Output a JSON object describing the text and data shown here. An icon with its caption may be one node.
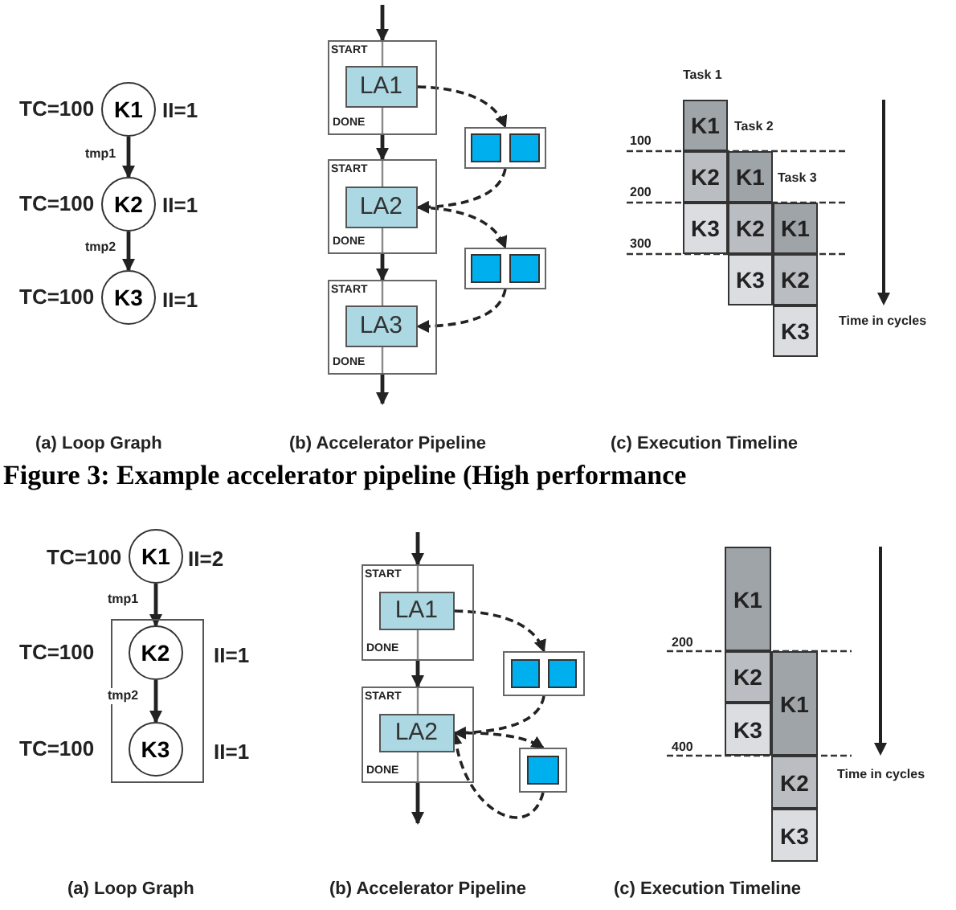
{
  "diagram": {
    "caption": "Figure 3: Example accelerator pipeline (High performance",
    "nodes": [
      {
        "text": [
          "K1"
        ],
        "beside": [
          "TC=100",
          "II=1"
        ]
      },
      {
        "text": [
          "K2"
        ],
        "beside": [
          "TC=100",
          "II=1"
        ]
      },
      {
        "text": [
          "K3"
        ],
        "beside": [
          "TC=100",
          "II=1"
        ]
      },
      {
        "text": [
          "START",
          "DONE"
        ]
      },
      {
        "text": [
          "LA1"
        ],
        "in": 3
      },
      {
        "text": [
          "START",
          "DONE"
        ]
      },
      {
        "text": [
          "LA2"
        ],
        "in": 5
      },
      {
        "text": [
          "START",
          "DONE"
        ]
      },
      {
        "text": [
          "LA3"
        ],
        "in": 7
      },
      {
        "text": [],
        "shape": "box"
      },
      {
        "text": [],
        "shape": "box",
        "in": 9
      },
      {
        "text": [],
        "shape": "box",
        "in": 9
      },
      {
        "text": [],
        "shape": "box"
      },
      {
        "text": [],
        "shape": "box",
        "in": 12
      },
      {
        "text": [],
        "shape": "box",
        "in": 12
      },
      {
        "text": [
          "K1"
        ]
      },
      {
        "text": [
          "K2"
        ]
      },
      {
        "text": [
          "K1"
        ]
      },
      {
        "text": [
          "K3"
        ]
      },
      {
        "text": [
          "K2"
        ]
      },
      {
        "text": [
          "K1"
        ]
      },
      {
        "text": [
          "K3"
        ]
      },
      {
        "text": [
          "K2"
        ]
      },
      {
        "text": [
          "K3"
        ]
      },
      {
        "text": [
          "K1"
        ],
        "beside": [
          "TC=100",
          "II=2"
        ]
      },
      {
        "text": [],
        "shape": "box"
      },
      {
        "text": [
          "K2"
        ],
        "in": 25,
        "beside": [
          "TC=100",
          "II=1"
        ]
      },
      {
        "text": [
          "K3"
        ],
        "in": 25,
        "beside": [
          "TC=100",
          "II=1"
        ]
      },
      {
        "text": [
          "START",
          "DONE"
        ]
      },
      {
        "text": [
          "LA1"
        ],
        "in": 28
      },
      {
        "text": [
          "START",
          "DONE"
        ]
      },
      {
        "text": [
          "LA2"
        ],
        "in": 30
      },
      {
        "text": [],
        "shape": "box"
      },
      {
        "text": [],
        "shape": "box",
        "in": 32
      },
      {
        "text": [],
        "shape": "box",
        "in": 32
      },
      {
        "text": [],
        "shape": "box"
      },
      {
        "text": [],
        "shape": "box",
        "in": 35
      },
      {
        "text": [
          "K1"
        ]
      },
      {
        "text": [
          "K2"
        ]
      },
      {
        "text": [
          "K1"
        ]
      },
      {
        "text": [
          "K3"
        ]
      },
      {
        "text": [
          "K2"
        ]
      },
      {
        "text": [
          "K3"
        ]
      }
    ],
    "edges": [
      {
        "from": 0,
        "to": 1,
        "arrow": "to",
        "label": "tmp1"
      },
      {
        "from": 1,
        "to": 2,
        "arrow": "to",
        "label": "tmp2"
      },
      {
        "from": null,
        "to": 3,
        "arrow": "to"
      },
      {
        "from": 3,
        "to": 5,
        "arrow": "to"
      },
      {
        "from": 5,
        "to": 7,
        "arrow": "to"
      },
      {
        "from": 7,
        "to": null,
        "arrow": "to"
      },
      {
        "from": 4,
        "to": 9,
        "arrow": "to",
        "style": "dashed"
      },
      {
        "from": 9,
        "to": 6,
        "arrow": "to",
        "style": "dashed"
      },
      {
        "from": 6,
        "to": 12,
        "arrow": "to",
        "style": "dashed"
      },
      {
        "from": 12,
        "to": 8,
        "arrow": "to",
        "style": "dashed"
      },
      {
        "from": 24,
        "to": 26,
        "arrow": "to",
        "label": "tmp1"
      },
      {
        "from": 26,
        "to": 27,
        "arrow": "to",
        "label": "tmp2"
      },
      {
        "from": null,
        "to": 28,
        "arrow": "to"
      },
      {
        "from": 28,
        "to": 30,
        "arrow": "to"
      },
      {
        "from": 30,
        "to": null,
        "arrow": "to"
      },
      {
        "from": 29,
        "to": 32,
        "arrow": "to",
        "style": "dashed"
      },
      {
        "from": 32,
        "to": 31,
        "arrow": "to",
        "style": "dashed"
      },
      {
        "from": 31,
        "to": 35,
        "arrow": "to",
        "style": "dashed"
      },
      {
        "from": 35,
        "to": 31,
        "arrow": "to",
        "style": "dashed"
      }
    ],
    "labels": [
      "Task 1",
      "100",
      "Task 2",
      "200",
      "Task 3",
      "300",
      "Time in cycles",
      "(a) Loop Graph",
      "(b) Accelerator Pipeline",
      "(c) Execution Timeline",
      "200",
      "400",
      "Time in cycles",
      "(a) Loop Graph",
      "(b) Accelerator Pipeline",
      "(c) Execution Timeline"
    ]
  }
}
